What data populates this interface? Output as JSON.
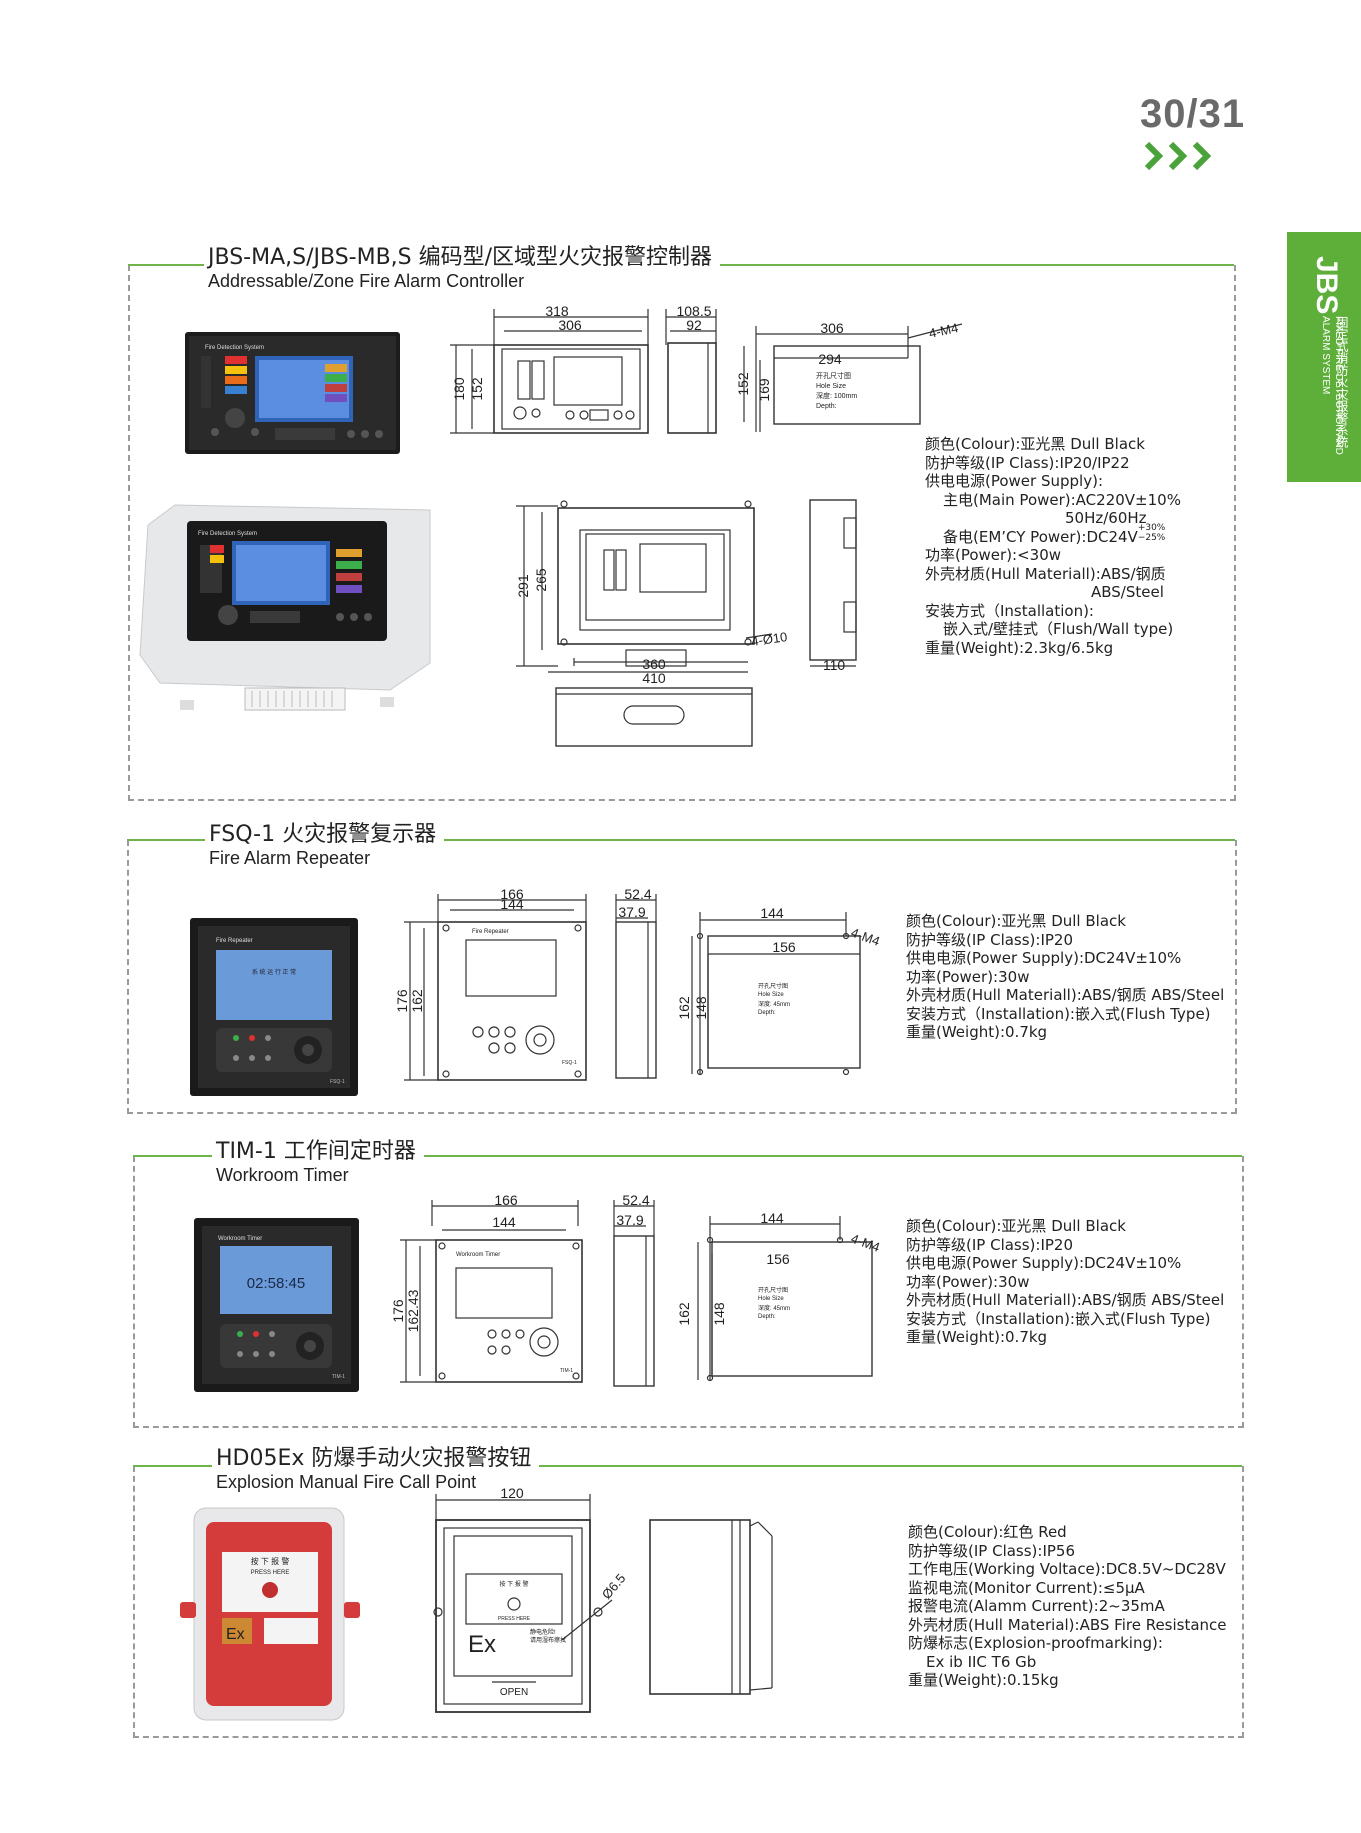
{
  "page_number": "30/31",
  "side_tab": {
    "brand": "JBS",
    "line1": "固定式消防火灾报警系统",
    "line2": "FIXED FIRE DETECTION AND ALARM SYSTEM"
  },
  "sections": [
    {
      "title_zh": "JBS-MA,S/JBS-MB,S 编码型/区域型火灾报警控制器",
      "title_en": "Addressable/Zone Fire Alarm Controller",
      "specs": [
        "颜色(Colour):亚光黑 Dull Black",
        "防护等级(IP Class):IP20/IP22",
        "供电电源(Power Supply):",
        "主电(Main Power):AC220V±10%",
        "50Hz/60Hz",
        "备电(EM’CY Power):DC24V",
        "功率(Power):<30w",
        "外壳材质(Hull Materiall):ABS/钢质",
        "ABS/Steel",
        "安装方式（Installation):",
        "嵌入式/壁挂式（Flush/Wall type)",
        "重量(Weight):2.3kg/6.5kg"
      ],
      "tolerance_plus": "+30%",
      "tolerance_minus": "−25%",
      "device_label": "Fire Detection System",
      "dims": {
        "front_w1": "318",
        "front_w2": "306",
        "front_h1": "180",
        "front_h2": "152",
        "side_w1": "108.5",
        "side_w2": "92",
        "cut_w1": "306",
        "cut_w2": "294",
        "cut_h1": "152",
        "cut_h2": "169",
        "cut_hole": "4-M4",
        "cut_note": [
          "开孔尺寸图",
          "Hole Size",
          "深度: 100mm",
          "Depth:"
        ],
        "wall_h1": "291",
        "wall_h2": "265",
        "wall_w1": "360",
        "wall_w2": "410",
        "wall_hole": "4-Ø10",
        "wall_side": "110"
      }
    },
    {
      "title_zh": "FSQ-1 火灾报警复示器",
      "title_en": "Fire Alarm Repeater",
      "specs": [
        "颜色(Colour):亚光黑 Dull Black",
        "防护等级(IP Class):IP20",
        "供电电源(Power Supply):DC24V±10%",
        "功率(Power):30w",
        "外壳材质(Hull Materiall):ABS/钢质 ABS/Steel",
        "安装方式（Installation):嵌入式(Flush Type)",
        "重量(Weight):0.7kg"
      ],
      "device_label": "Fire Repeater",
      "screen_text": "系 统 运 行 正 常",
      "model_tag": "FSQ-1",
      "dims": {
        "w1": "166",
        "w2": "144",
        "h1": "176",
        "h2": "162",
        "s1": "52.4",
        "s2": "37.9",
        "c_w1": "144",
        "c_w2": "156",
        "c_h1": "162",
        "c_h2": "148",
        "hole": "4-M4",
        "c_note": [
          "开孔尺寸图",
          "Hole Size",
          "深度: 45mm",
          "Depth:"
        ]
      }
    },
    {
      "title_zh": "TIM-1 工作间定时器",
      "title_en": "Workroom Timer",
      "specs": [
        "颜色(Colour):亚光黑 Dull Black",
        "防护等级(IP Class):IP20",
        "供电电源(Power Supply):DC24V±10%",
        "功率(Power):30w",
        "外壳材质(Hull Materiall):ABS/钢质 ABS/Steel",
        "安装方式（Installation):嵌入式(Flush Type)",
        "重量(Weight):0.7kg"
      ],
      "device_label": "Workroom Timer",
      "screen_text": "02:58:45",
      "model_tag": "TIM-1",
      "dims": {
        "w1": "166",
        "w2": "144",
        "h1": "176",
        "h2": "162.43",
        "s1": "52.4",
        "s2": "37.9",
        "c_w1": "144",
        "c_w2": "156",
        "c_h1": "162",
        "c_h2": "148",
        "hole": "4-M4",
        "c_note": [
          "开孔尺寸图",
          "Hole Size",
          "深度: 45mm",
          "Depth:"
        ]
      }
    },
    {
      "title_zh": "HD05Ex 防爆手动火灾报警按钮",
      "title_en": "Explosion Manual Fire Call Point",
      "specs": [
        "颜色(Colour):红色 Red",
        "防护等级(IP Class):IP56",
        "工作电压(Working Voltace):DC8.5V~DC28V",
        "监视电流(Monitor Current):≤5μA",
        "报警电流(Alamm Current):2~35mA",
        "外壳材质(Hull Material):ABS Fire Resistance",
        "防爆标志(Explosion-proofmarking):",
        "Ex ib IIC T6 Gb",
        "重量(Weight):0.15kg"
      ],
      "dims": {
        "w": "120",
        "hole": "Ø6.5",
        "open": "OPEN"
      },
      "labels": {
        "press_zh": "按 下 报 警",
        "press_en": "PRESS HERE",
        "ex": "Ex",
        "note_zh": "静电危险!",
        "note_zh2": "请用湿布擦拭"
      }
    }
  ]
}
